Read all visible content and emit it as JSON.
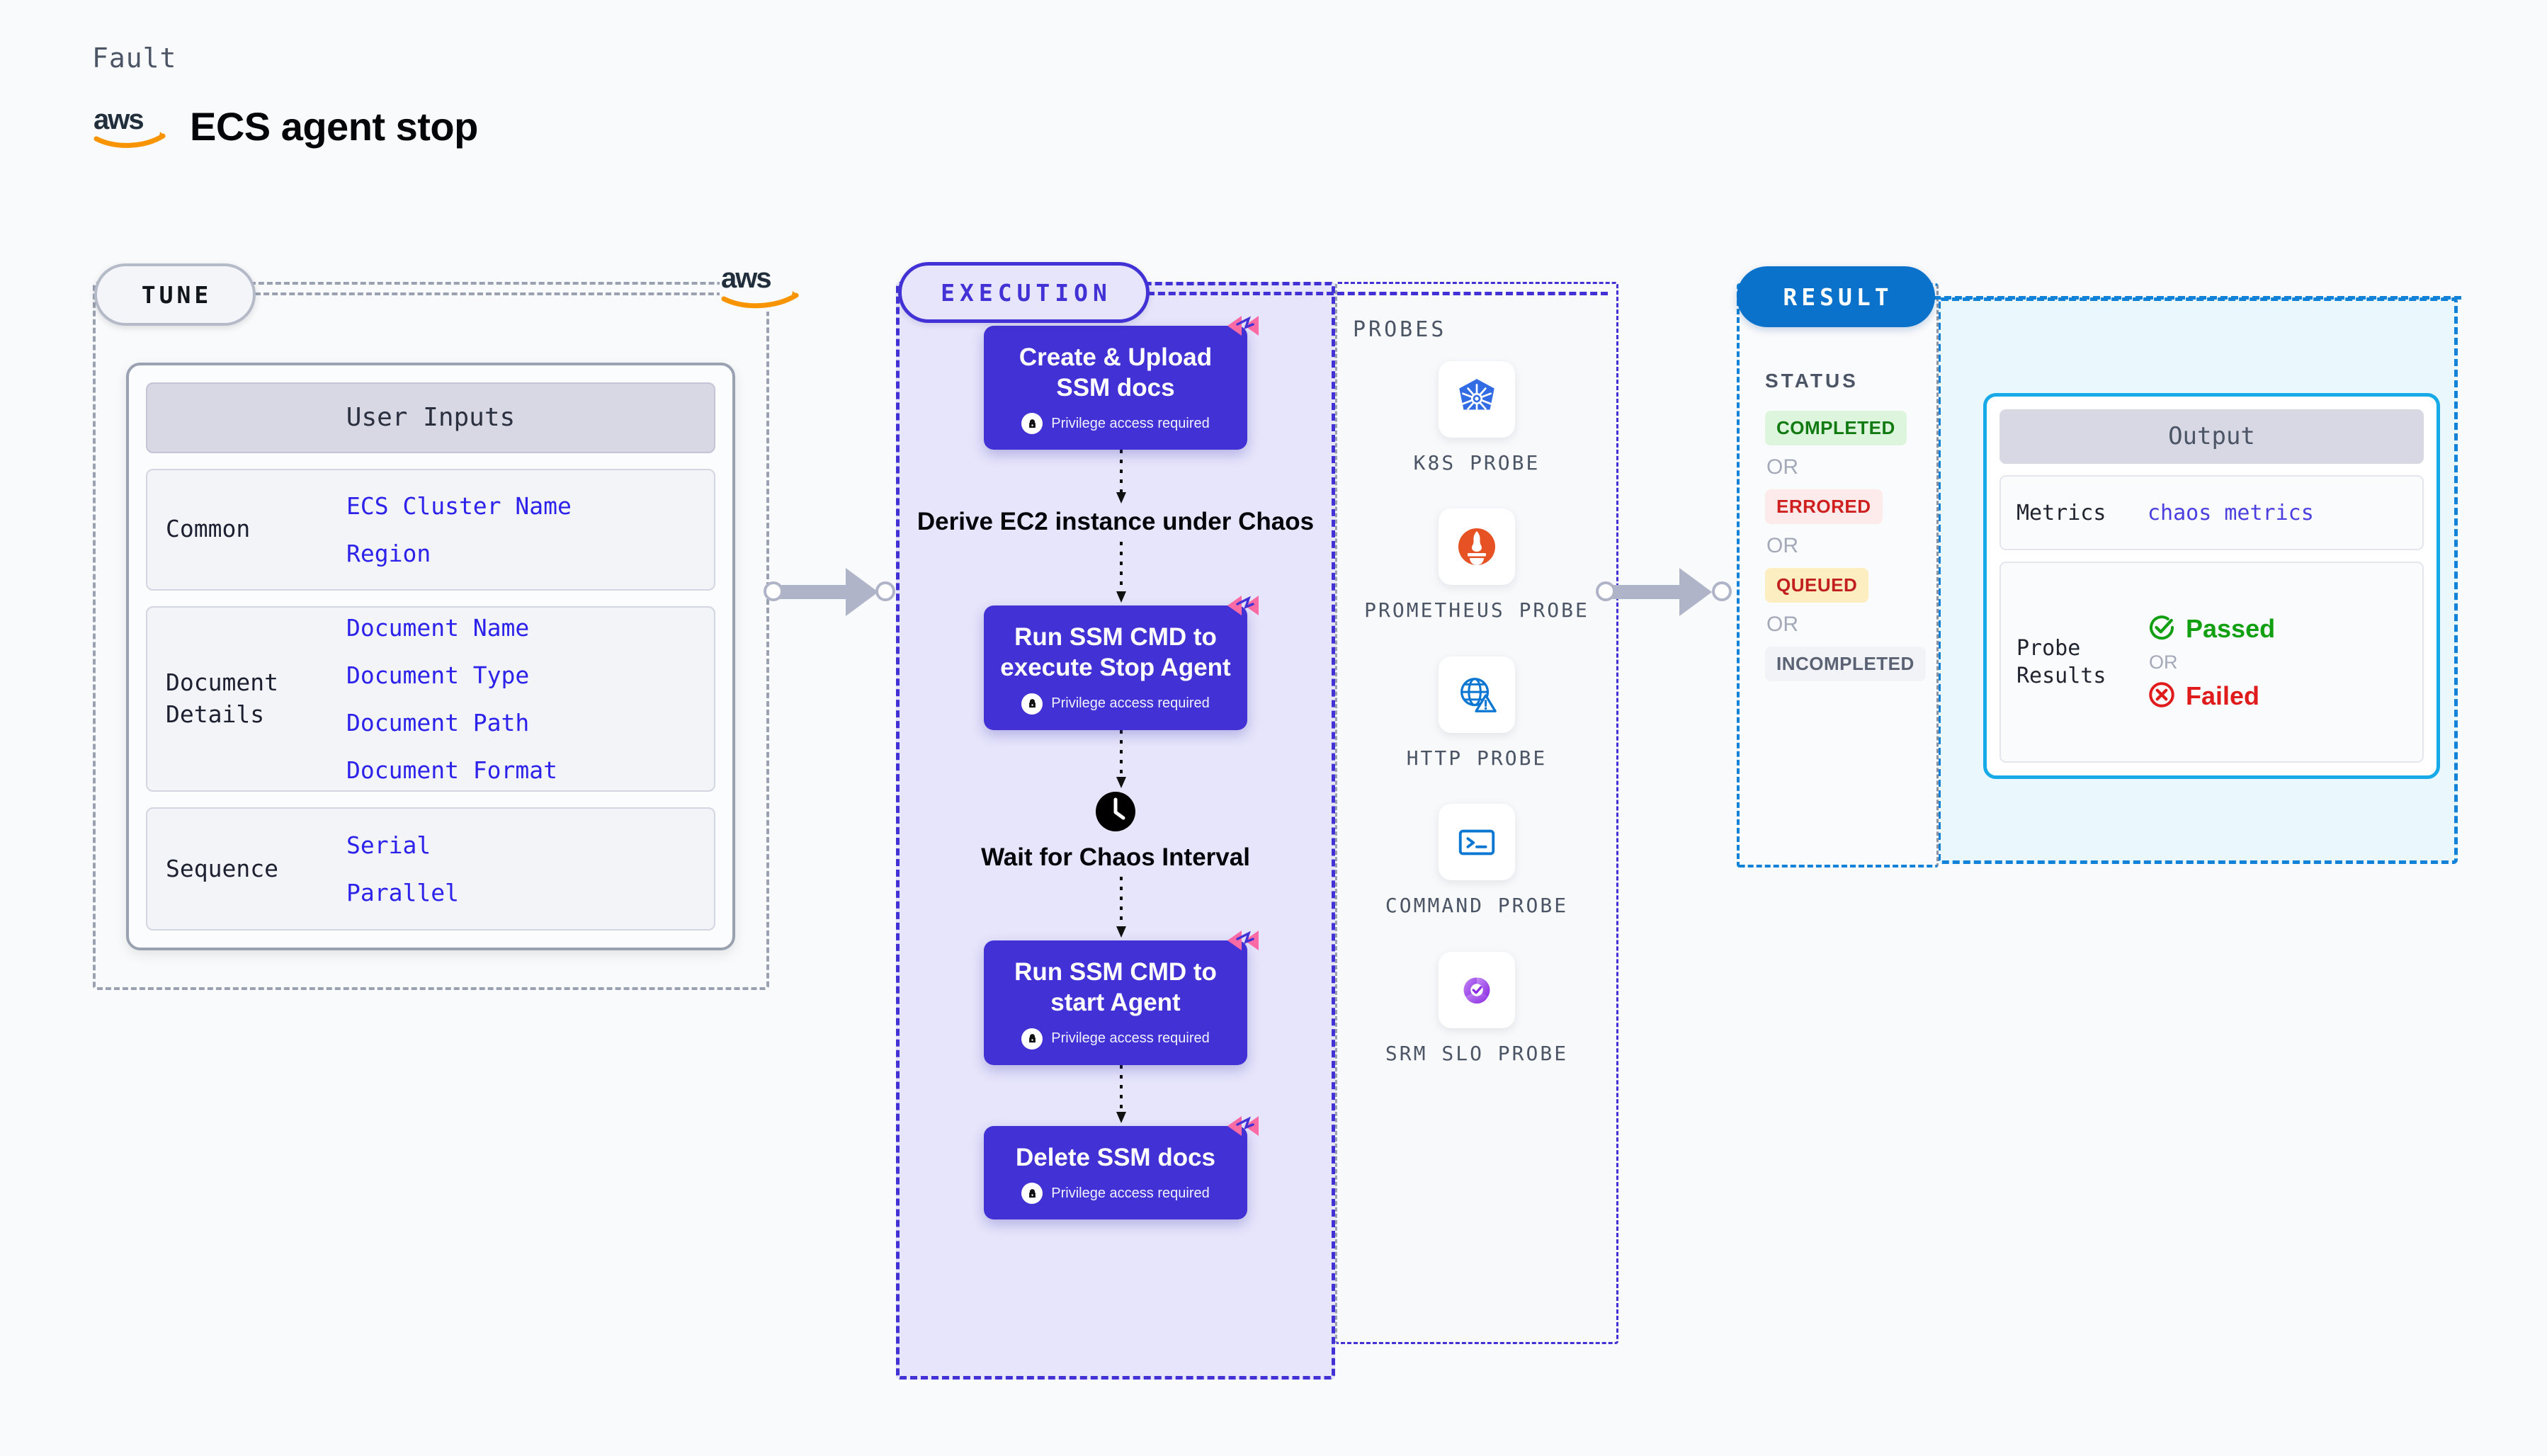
{
  "header": {
    "kicker": "Fault",
    "title": "ECS agent stop",
    "logo": "aws-logo"
  },
  "tune": {
    "badge": "TUNE",
    "logo": "aws-logo",
    "card_header": "User Inputs",
    "groups": [
      {
        "label": "Common",
        "values": [
          "ECS Cluster Name",
          "Region"
        ]
      },
      {
        "label": "Document Details",
        "values": [
          "Document Name",
          "Document Type",
          "Document Path",
          "Document Format"
        ]
      },
      {
        "label": "Sequence",
        "values": [
          "Serial",
          "Parallel"
        ]
      }
    ]
  },
  "execution": {
    "badge": "EXECUTION",
    "privilege_note": "Privilege access required",
    "steps": [
      {
        "type": "card",
        "title": "Create & Upload SSM docs",
        "privileged": true,
        "flag": "harness-flag-icon"
      },
      {
        "type": "plain",
        "title": "Derive EC2 instance under Chaos"
      },
      {
        "type": "card",
        "title": "Run SSM CMD to execute Stop Agent",
        "privileged": true,
        "flag": "harness-flag-icon"
      },
      {
        "type": "wait",
        "title": "Wait for Chaos Interval",
        "icon": "clock-icon"
      },
      {
        "type": "card",
        "title": "Run SSM CMD to start Agent",
        "privileged": true,
        "flag": "harness-flag-icon"
      },
      {
        "type": "card",
        "title": "Delete SSM docs",
        "privileged": true,
        "flag": "harness-flag-icon"
      }
    ]
  },
  "probes": {
    "title": "PROBES",
    "items": [
      {
        "label": "K8S PROBE",
        "icon": "kubernetes-icon"
      },
      {
        "label": "PROMETHEUS PROBE",
        "icon": "prometheus-icon"
      },
      {
        "label": "HTTP PROBE",
        "icon": "http-globe-icon"
      },
      {
        "label": "COMMAND PROBE",
        "icon": "terminal-icon"
      },
      {
        "label": "SRM SLO PROBE",
        "icon": "srm-slo-icon"
      }
    ]
  },
  "result": {
    "badge": "RESULT",
    "status_title": "STATUS",
    "or_label": "OR",
    "statuses": [
      {
        "label": "COMPLETED",
        "bg": "#dcf5dc",
        "fg": "#127a12"
      },
      {
        "label": "ERRORED",
        "bg": "#fdebeb",
        "fg": "#cf2020"
      },
      {
        "label": "QUEUED",
        "bg": "#fdeec2",
        "fg": "#c21f1f"
      },
      {
        "label": "INCOMPLETED",
        "bg": "#f1f3f7",
        "fg": "#5a6274"
      }
    ],
    "output": {
      "header": "Output",
      "metrics_label": "Metrics",
      "metrics_value": "chaos metrics",
      "probe_label": "Probe Results",
      "passed": "Passed",
      "failed": "Failed",
      "or_label": "OR",
      "passed_color": "#12a012",
      "failed_color": "#e01b1b"
    }
  },
  "colors": {
    "purple": "#4232d6",
    "exec_bg": "#e6e5fb",
    "blue": "#1282d8",
    "result_bg": "#eaf8fd",
    "pink": "#fa6ba5",
    "aws_orange": "#f79400"
  }
}
